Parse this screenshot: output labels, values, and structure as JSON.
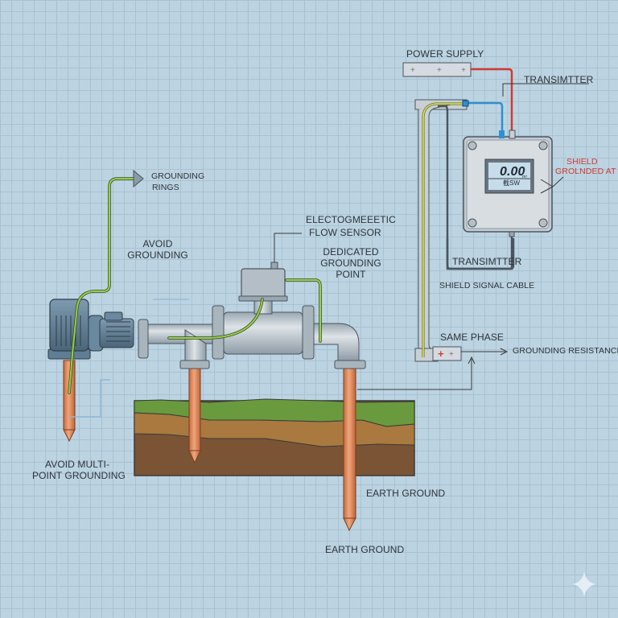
{
  "diagram": {
    "title_hidden": "Electromagnetic flow sensor grounding diagram",
    "labels": {
      "power_supply": "POWER SUPPLY",
      "transmitter_top": "TRANSIMTTER",
      "shield_line1": "SHIELD",
      "shield_line2": "GROLNDED AT TX",
      "display_value": "0.00",
      "display_unit": "m³",
      "display_sub": "截SW",
      "grounding_rings_1": "GROUNDING",
      "grounding_rings_2": "RINGS",
      "avoid_grounding_1": "AVOID",
      "avoid_grounding_2": "GROUNDING",
      "sensor_1": "ELECTOGMEEETIC",
      "sensor_2": "FLOW SENSOR",
      "dedicated_1": "DEDICATED",
      "dedicated_2": "GROUNDING",
      "dedicated_3": "POINT",
      "transmitter_box": "TRANSIMTTER",
      "shield_cable": "SHIELD SIGNAL CABLE",
      "same_phase": "SAME PHASE",
      "grounding_resistance": "GROUNDING RESISTANCE",
      "avoid_multi_1": "AVOID MULTI-",
      "avoid_multi_2": "POINT GROUNDING",
      "earth_ground_1": "EARTH GROUND",
      "earth_ground_2": "EARTH GROUND",
      "terminal_plus": "+",
      "terminal_minus": "-"
    },
    "colors": {
      "background": "#bcd3e1",
      "grid": "#a9c2d3",
      "power_wire": "#d23a33",
      "signal_wire": "#2f8fd0",
      "ground_wire": "#8dc63f",
      "copper": "#d9865a",
      "pipe": "#b9c4cc",
      "motor": "#5f7d94",
      "soil_grass": "#6a9a3e",
      "soil_mid": "#a9793f",
      "soil_deep": "#7a5434"
    }
  }
}
